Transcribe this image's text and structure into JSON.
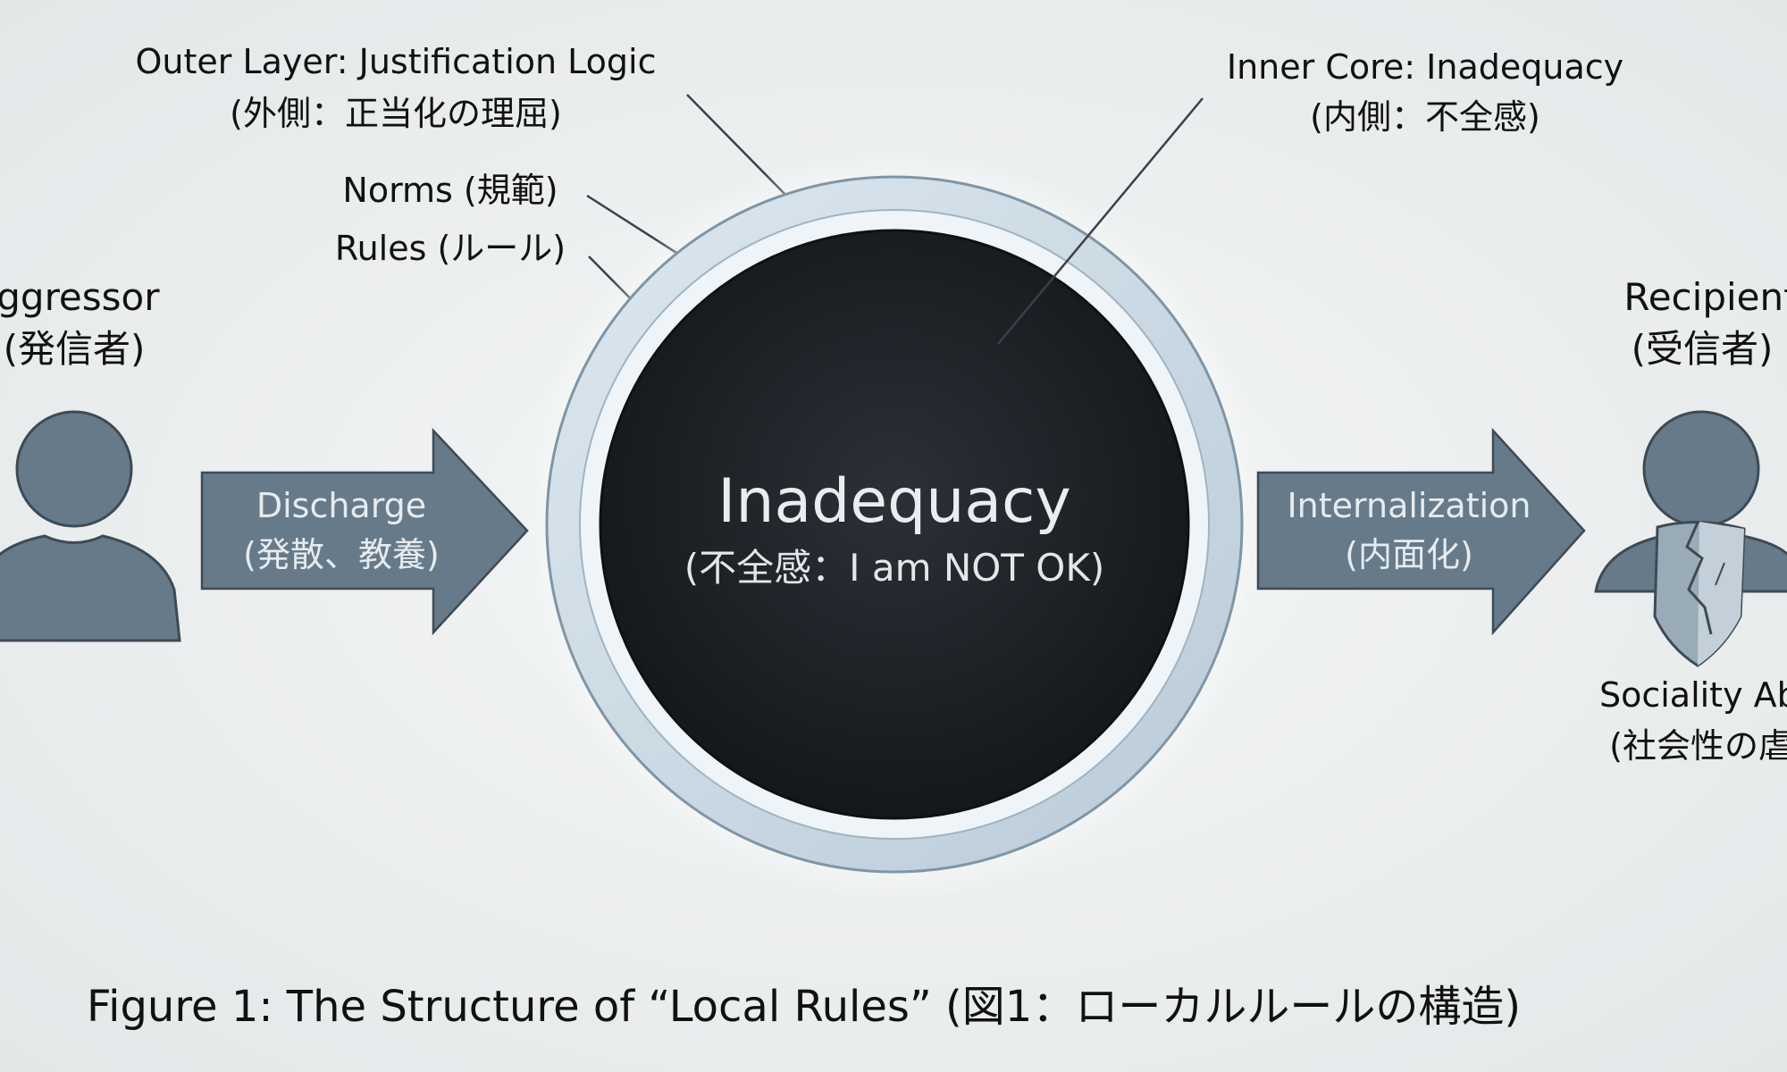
{
  "outer_layer": {
    "title": "Outer Layer: Justification Logic",
    "subtitle": "(外側：正当化の理屈)"
  },
  "inner_core": {
    "title": "Inner Core: Inadequacy",
    "subtitle": "(内側：不全感)"
  },
  "norms": "Norms (規範)",
  "rules": "Rules (ルール)",
  "aggressor": {
    "title": "Aggressor",
    "subtitle": "(発信者)"
  },
  "recipient": {
    "title": "Recipient",
    "subtitle": "(受信者)",
    "effect_title": "Sociality Abuse",
    "effect_subtitle": "(社会性の虐待)"
  },
  "discharge_arrow": {
    "title": "Discharge",
    "subtitle": "(発散、教養)"
  },
  "internalization_arrow": {
    "title": "Internalization",
    "subtitle": "(内面化)"
  },
  "core": {
    "title": "Inadequacy",
    "subtitle": "(不全感：I am NOT OK)"
  },
  "caption": "Figure 1: The Structure of “Local Rules” (図1：ローカルルールの構造)",
  "colors": {
    "figure": "#667a8a",
    "figure_stroke": "#3e4a54",
    "core": "#1c2126",
    "ring": "#c9d9e4"
  }
}
